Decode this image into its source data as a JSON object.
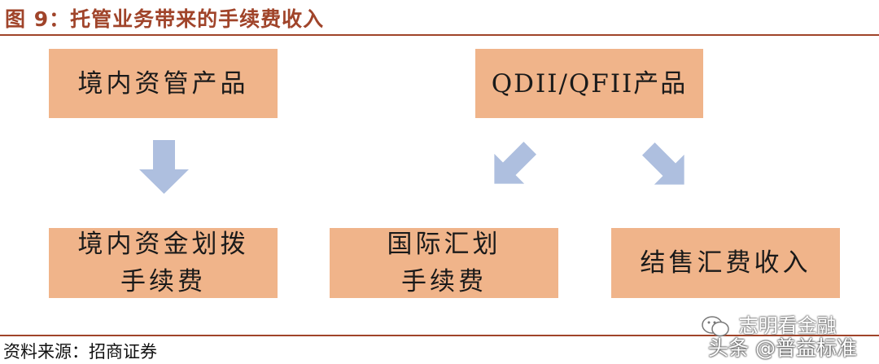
{
  "title": "图 9：托管业务带来的手续费收入",
  "boxes": {
    "domestic_product": "境内资管产品",
    "qdii_product": "QDII/QFII产品",
    "domestic_transfer_line1": "境内资金划拨",
    "domestic_transfer_line2": "手续费",
    "intl_transfer_line1": "国际汇划",
    "intl_transfer_line2": "手续费",
    "fx_income": "结售汇费收入"
  },
  "source": "资料来源：招商证券",
  "watermark": {
    "line1": "志明看金融",
    "line2": "头条 @普益标准"
  },
  "colors": {
    "title": "#a0442a",
    "box_fill": "#f0b48a",
    "arrow_fill": "#aebfdf"
  },
  "icons": [
    "down-arrow-icon",
    "down-left-arrow-icon",
    "down-right-arrow-icon",
    "wechat-icon"
  ]
}
